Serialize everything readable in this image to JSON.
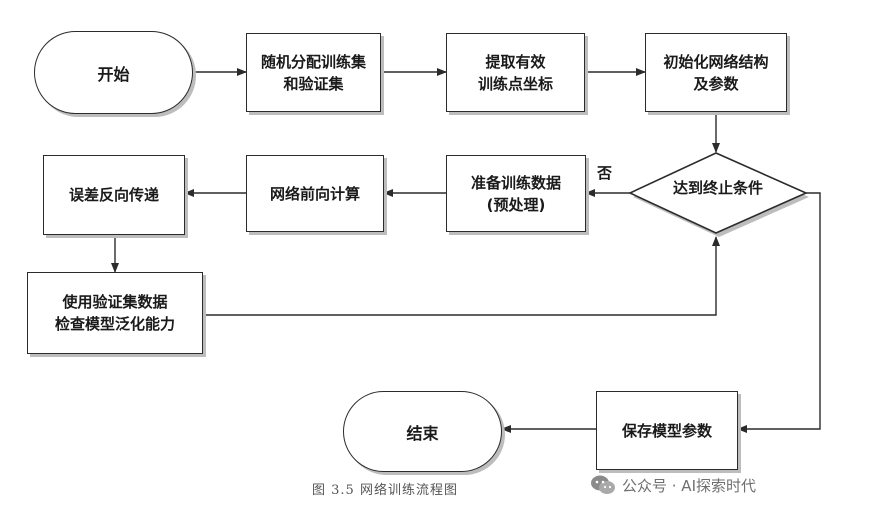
{
  "nodes": {
    "start": "开始",
    "random_split": "随机分配训练集\n和验证集",
    "extract_points": "提取有效\n训练点坐标",
    "init_network": "初始化网络结构\n及参数",
    "condition": "达到终止条件",
    "prepare_data": "准备训练数据\n(预处理)",
    "forward": "网络前向计算",
    "backprop": "误差反向传递",
    "validate": "使用验证集数据\n检查模型泛化能力",
    "save_params": "保存模型参数",
    "end": "结束"
  },
  "edge_labels": {
    "no": "否"
  },
  "caption": "图 3.5  网络训练流程图",
  "watermark": {
    "text": "公众号 · AI探索时代",
    "icon": "wechat-icon"
  },
  "colors": {
    "stroke": "#2b2b2b",
    "shadow": "#bdbdbd",
    "caption": "#555555",
    "watermark": "#6f6f6f"
  }
}
